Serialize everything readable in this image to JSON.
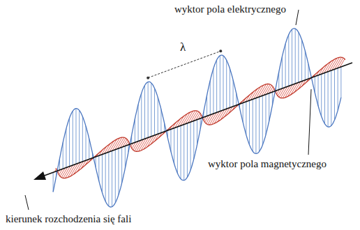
{
  "diagram": {
    "labels": [
      "wyktor pola elektrycznego",
      "λ",
      "wyktor pola magnetycznego",
      "kierunek rozchodzenia się fali"
    ]
  }
}
